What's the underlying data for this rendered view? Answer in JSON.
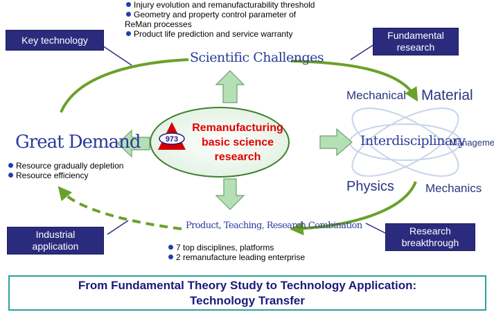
{
  "boxes": {
    "key_technology": "Key technology",
    "fundamental_research_1": "Fundamental",
    "fundamental_research_2": "research",
    "industrial_application_1": "Industrial",
    "industrial_application_2": "application",
    "research_breakthrough_1": "Research",
    "research_breakthrough_2": "breakthrough"
  },
  "scientific_challenges": {
    "title": "Scientific Challenges",
    "bullets": [
      "Injury evolution and  remanufacturability threshold",
      "Geometry and property control parameter of",
      "ReMan processes",
      "Product life prediction and service warranty"
    ]
  },
  "great_demand": {
    "title": "Great Demand",
    "bullets": [
      "Resource gradually depletion",
      "Resource efficiency"
    ]
  },
  "center": {
    "logo_text": "973",
    "line1": "Remanufacturing",
    "line2": "basic science",
    "line3": "research"
  },
  "interdisciplinary": {
    "title": "Interdisciplinary",
    "words": {
      "mechanical": "Mechanical",
      "material": "Material",
      "management": "Management",
      "physics": "Physics",
      "mechanics": "Mechanics"
    }
  },
  "combination": {
    "title": "Product, Teaching, Research Combination",
    "bullets": [
      "7 top disciplines, platforms",
      "2 remanufacture leading enterprise"
    ]
  },
  "footer": {
    "line1": "From Fundamental Theory Study to Technology Application:",
    "line2": "Technology Transfer"
  },
  "colors": {
    "box_fill": "#2b2b7e",
    "arrow_green": "#6aa12a",
    "block_arrow_fill": "#b5e0b5",
    "center_text": "#e00000",
    "footer_border": "#2aa0a0"
  }
}
